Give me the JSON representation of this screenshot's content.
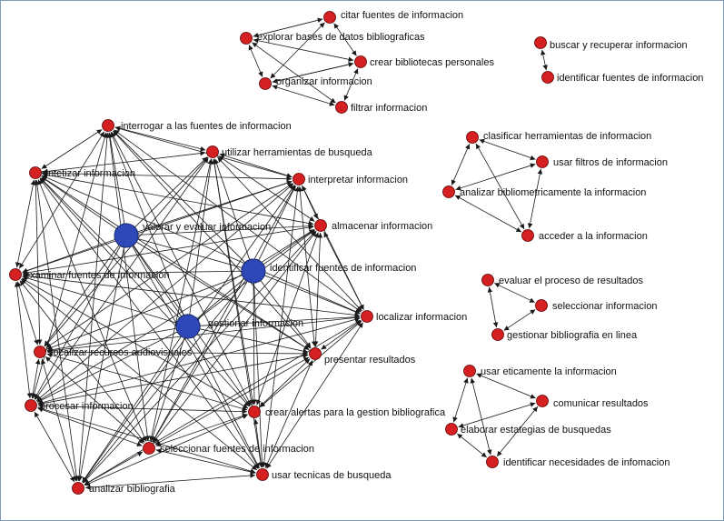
{
  "colors": {
    "node": "#d42020",
    "hub": "#2e48b8",
    "edge": "#1a1a1a",
    "border": "#7f9db9"
  },
  "nodes": [
    {
      "id": "citar",
      "label": "citar fuentes de informacion"
    },
    {
      "id": "explorar",
      "label": "explorar bases de datos bibliograficas"
    },
    {
      "id": "crearbib",
      "label": "crear bibliotecas personales"
    },
    {
      "id": "organizar",
      "label": "organizar informacion"
    },
    {
      "id": "filtrar",
      "label": "filtrar informacion"
    },
    {
      "id": "buscar",
      "label": "buscar y recuperar informacion"
    },
    {
      "id": "identfuentes2",
      "label": "identificar fuentes de informacion"
    },
    {
      "id": "clasificar",
      "label": "clasificar herramientas de informacion"
    },
    {
      "id": "usarfiltros",
      "label": "usar filtros de informacion"
    },
    {
      "id": "analizarbiblio",
      "label": "analizar bibliometricamente la informacion"
    },
    {
      "id": "acceder",
      "label": "acceder a la informacion"
    },
    {
      "id": "evaluarproc",
      "label": "evaluar el proceso de resultados"
    },
    {
      "id": "seleccionarinfo",
      "label": "seleccionar informacion"
    },
    {
      "id": "gestionarbib",
      "label": "gestionar bibliografia en linea"
    },
    {
      "id": "usaretica",
      "label": "usar eticamente la informacion"
    },
    {
      "id": "comunicar",
      "label": "comunicar resultados"
    },
    {
      "id": "elaborar",
      "label": "elaborar estategias de busquedas"
    },
    {
      "id": "identnecesidades",
      "label": "identificar necesidades de infomacion"
    },
    {
      "id": "interrogar",
      "label": "interrogar a las fuentes de informacion"
    },
    {
      "id": "utilizar",
      "label": "utilizar herramientas de busqueda"
    },
    {
      "id": "sintetizar",
      "label": "sintetizar informacion"
    },
    {
      "id": "interpretar",
      "label": "interpretar  informacion"
    },
    {
      "id": "valorar",
      "label": "valorar y evaluar informacion",
      "hub": true
    },
    {
      "id": "almacenar",
      "label": "almacenar informacion"
    },
    {
      "id": "examinar",
      "label": "examinar fuentes de informacion"
    },
    {
      "id": "identfuentes",
      "label": "identificar fuentes de informacion",
      "hub": true
    },
    {
      "id": "gestionarinfo",
      "label": "gestionar informacion",
      "hub": true
    },
    {
      "id": "localizar",
      "label": "localizar informacion"
    },
    {
      "id": "localizarrec",
      "label": "localizar recursos audiovisuales"
    },
    {
      "id": "presentar",
      "label": "presentar resultados"
    },
    {
      "id": "procesar",
      "label": "procesar informacion"
    },
    {
      "id": "crearalertas",
      "label": "crear alertas para la gestion bibliografica"
    },
    {
      "id": "seleccionarfuentes",
      "label": "seleccionar fuentes de informacion"
    },
    {
      "id": "usartecnicas",
      "label": "usar tecnicas de busqueda"
    },
    {
      "id": "analizarbibliografia",
      "label": "analizar bibliografia"
    }
  ],
  "edges": [
    [
      "citar",
      "explorar"
    ],
    [
      "citar",
      "crearbib"
    ],
    [
      "explorar",
      "crearbib"
    ],
    [
      "explorar",
      "organizar"
    ],
    [
      "explorar",
      "filtrar"
    ],
    [
      "crearbib",
      "organizar"
    ],
    [
      "organizar",
      "filtrar"
    ],
    [
      "filtrar",
      "crearbib"
    ],
    [
      "citar",
      "organizar"
    ],
    [
      "organizar",
      "crearbib"
    ],
    [
      "buscar",
      "identfuentes2"
    ],
    [
      "clasificar",
      "usarfiltros"
    ],
    [
      "clasificar",
      "analizarbiblio"
    ],
    [
      "clasificar",
      "acceder"
    ],
    [
      "usarfiltros",
      "analizarbiblio"
    ],
    [
      "usarfiltros",
      "acceder"
    ],
    [
      "analizarbiblio",
      "acceder"
    ],
    [
      "evaluarproc",
      "seleccionarinfo"
    ],
    [
      "evaluarproc",
      "gestionarbib"
    ],
    [
      "seleccionarinfo",
      "gestionarbib"
    ],
    [
      "usaretica",
      "comunicar"
    ],
    [
      "usaretica",
      "elaborar"
    ],
    [
      "usaretica",
      "identnecesidades"
    ],
    [
      "comunicar",
      "elaborar"
    ],
    [
      "comunicar",
      "identnecesidades"
    ],
    [
      "elaborar",
      "identnecesidades"
    ]
  ],
  "dense_cluster": [
    "interrogar",
    "utilizar",
    "sintetizar",
    "interpretar",
    "valorar",
    "almacenar",
    "examinar",
    "identfuentes",
    "gestionarinfo",
    "localizar",
    "localizarrec",
    "presentar",
    "procesar",
    "crearalertas",
    "seleccionarfuentes",
    "usartecnicas",
    "analizarbibliografia"
  ]
}
